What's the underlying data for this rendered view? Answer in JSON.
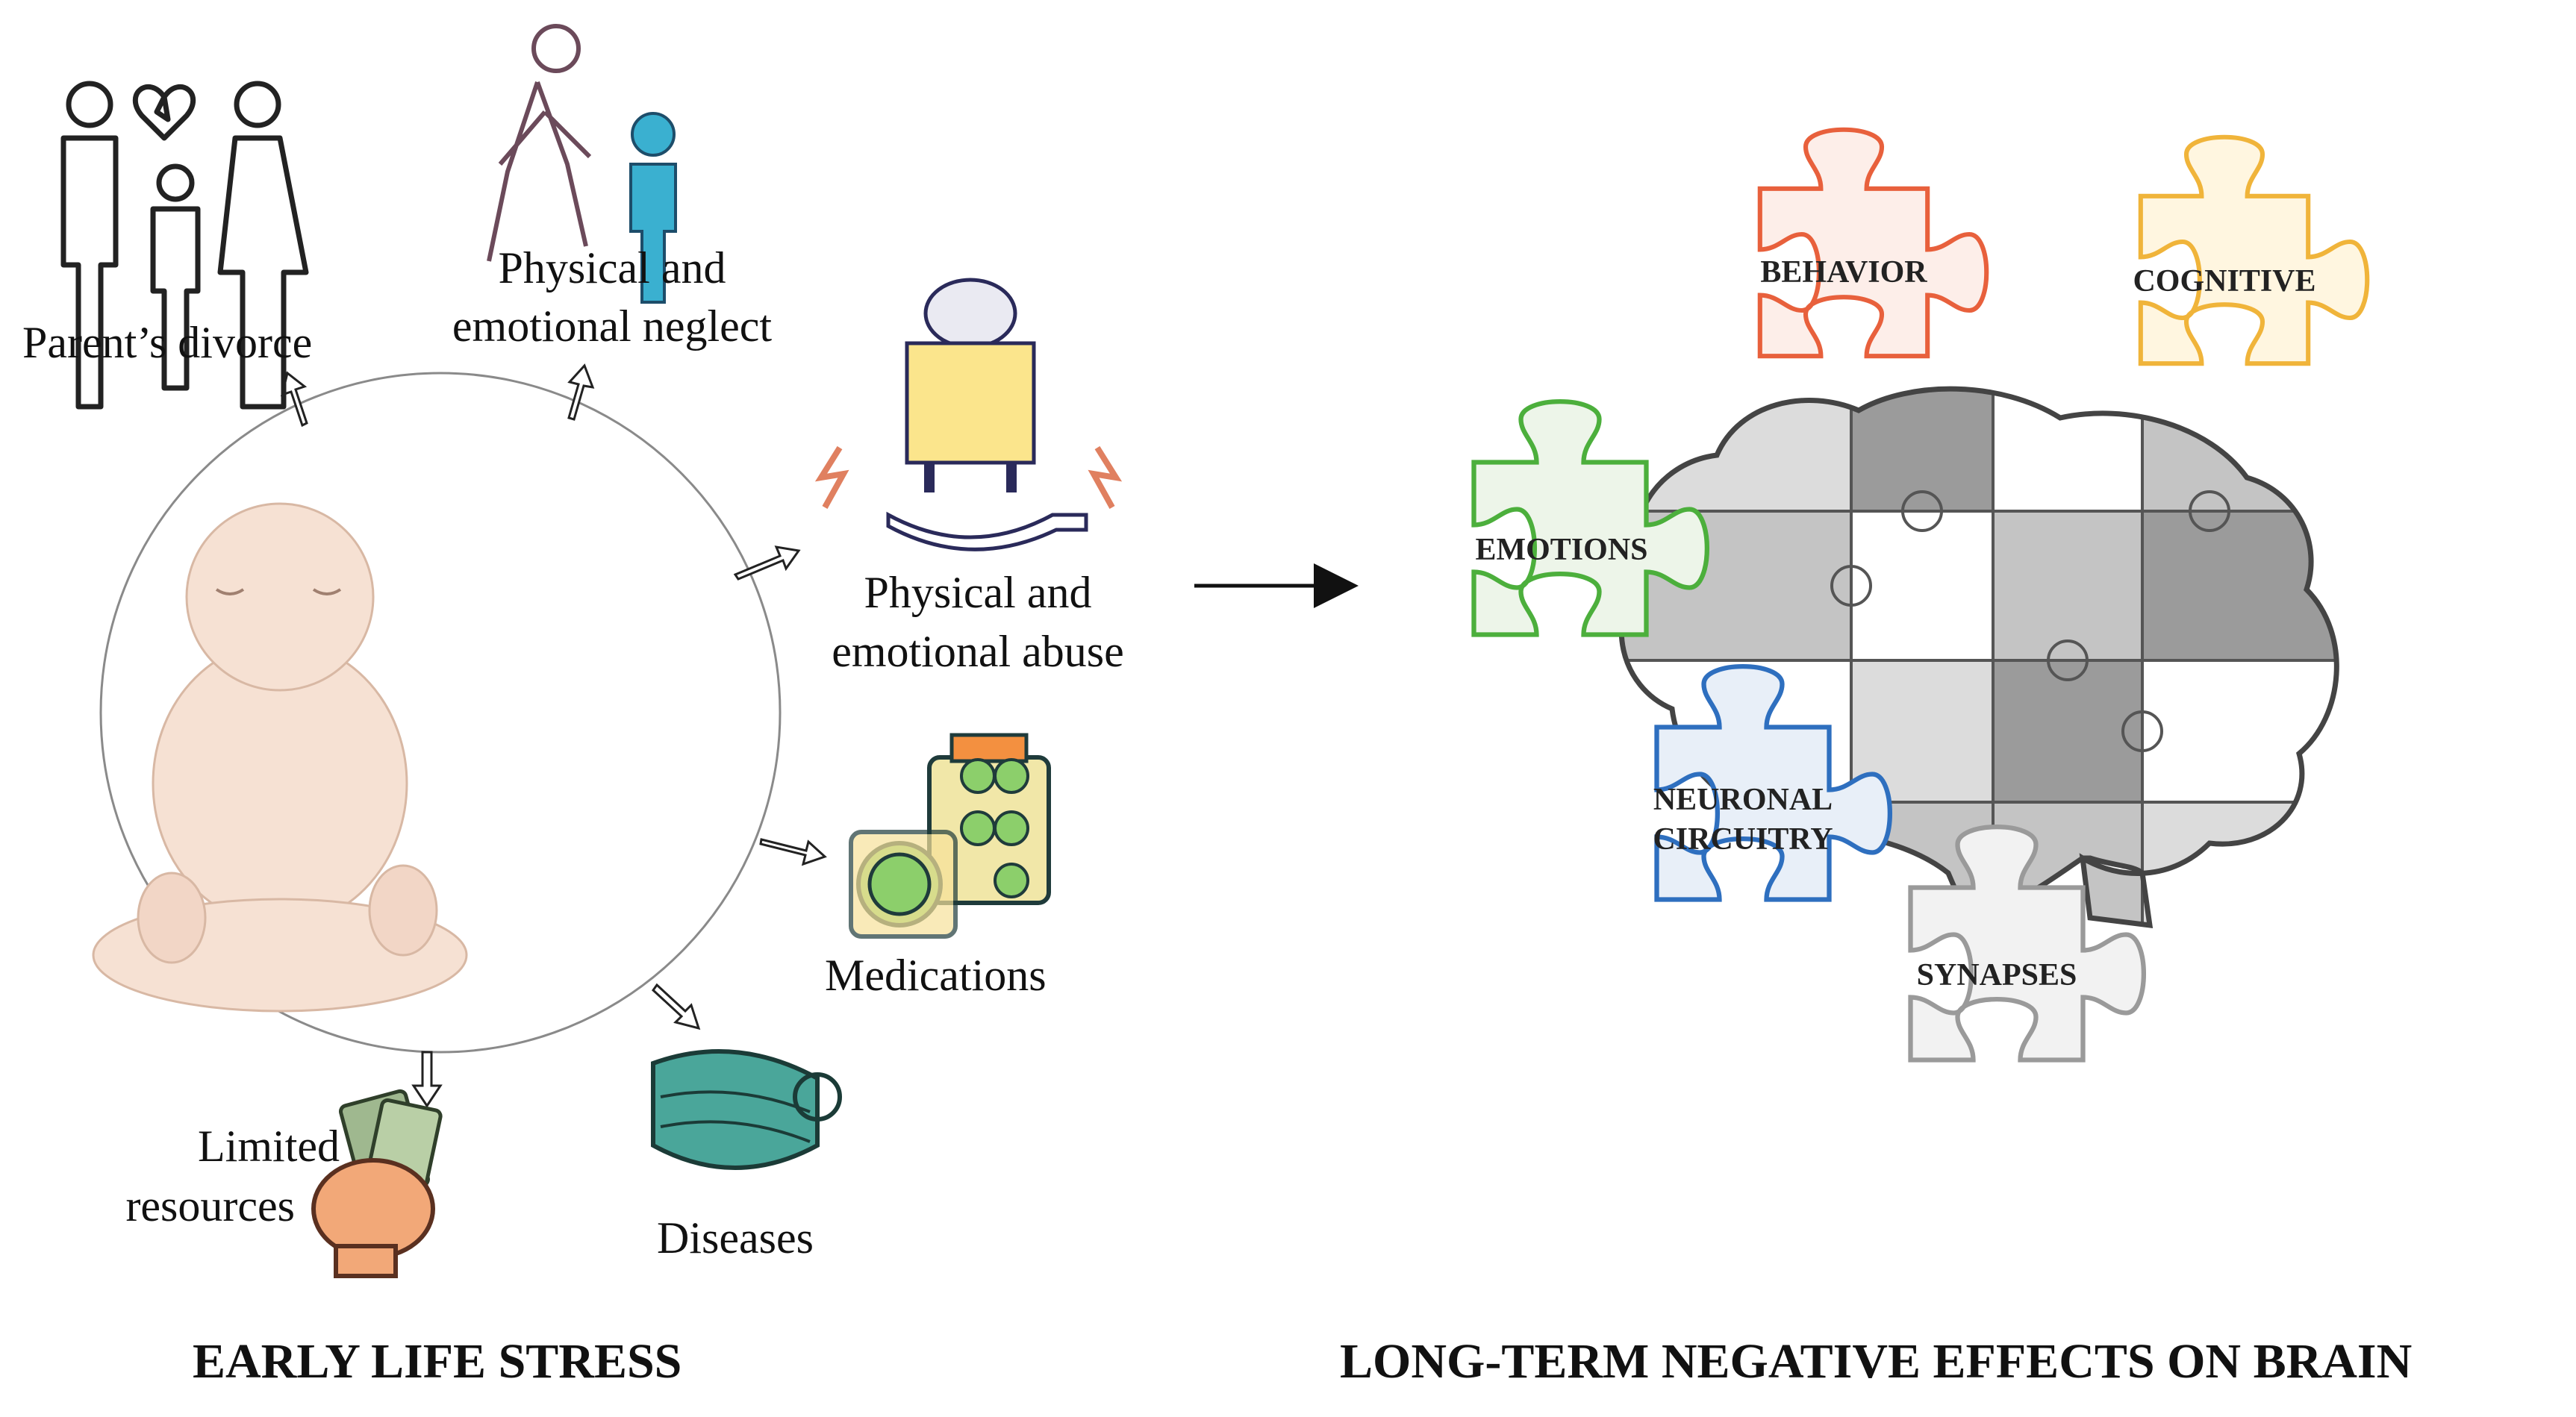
{
  "left": {
    "title": "EARLY LIFE STRESS",
    "factors": {
      "divorce": "Parent’s divorce",
      "neglect_1": "Physical and",
      "neglect_2": "emotional neglect",
      "abuse_1": "Physical and",
      "abuse_2": "emotional abuse",
      "medications": "Medications",
      "resources_1": "Limited",
      "resources_2": "resources",
      "diseases": "Diseases"
    }
  },
  "right": {
    "title": "LONG-TERM NEGATIVE EFFECTS ON BRAIN",
    "pieces": {
      "behavior": "BEHAVIOR",
      "cognitive": "COGNITIVE",
      "emotions": "EMOTIONS",
      "neuronal_1": "NEURONAL",
      "neuronal_2": "CIRCUITRY",
      "synapses": "SYNAPSES"
    }
  },
  "colors": {
    "behavior": "#e8603c",
    "cognitive": "#f0b43a",
    "emotions": "#4caf3c",
    "neuronal": "#2e6fbf",
    "synapses": "#9a9a9a",
    "brain_dark": "#9b9b9b",
    "brain_mid": "#c4c4c4",
    "brain_light": "#dcdcdc"
  }
}
